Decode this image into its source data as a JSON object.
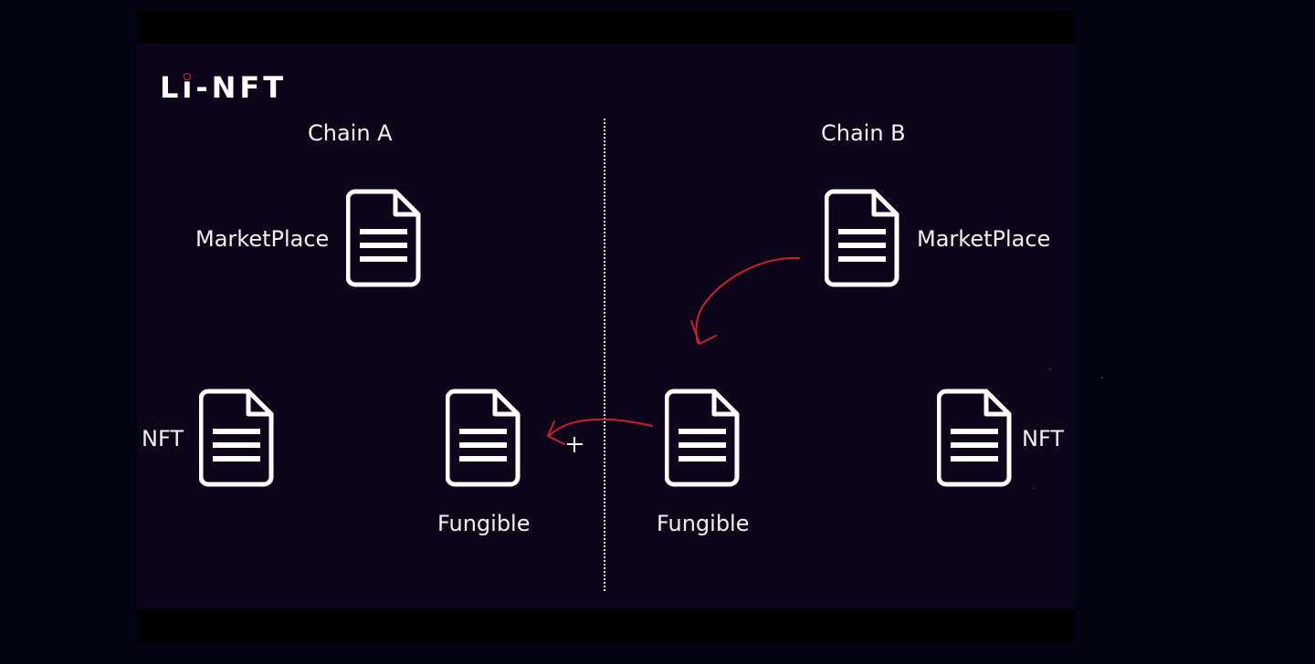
{
  "logo": {
    "text": "Li-NFT",
    "accent_color": "#d6232e"
  },
  "chains": [
    {
      "title": "Chain A"
    },
    {
      "title": "Chain B"
    }
  ],
  "nodes": {
    "chain_a_marketplace": "MarketPlace",
    "chain_a_nft": "NFT",
    "chain_a_fungible": "Fungible",
    "chain_b_marketplace": "MarketPlace",
    "chain_b_nft": "NFT",
    "chain_b_fungible": "Fungible"
  },
  "icons": {
    "document": "document-icon",
    "cursor": "move-cursor-icon"
  },
  "colors": {
    "background": "#040312",
    "slide": "#0d0519",
    "text": "#f2f2f2",
    "annotation": "#c8202c"
  }
}
